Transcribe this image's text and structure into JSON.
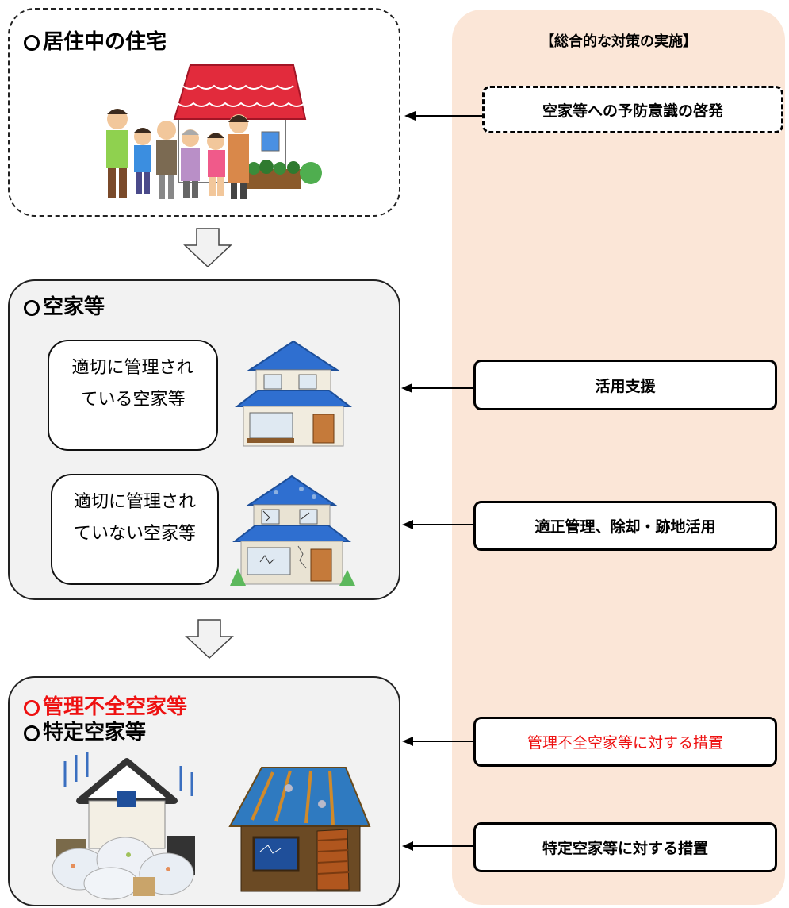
{
  "side": {
    "title": "【総合的な対策の実施】",
    "measures": [
      "空家等への予防意識の啓発",
      "活用支援",
      "適正管理、除却・跡地活用",
      "管理不全空家等に対する措置",
      "特定空家等に対する措置"
    ]
  },
  "stages": {
    "occupied": {
      "heading": "居住中の住宅"
    },
    "vacant": {
      "heading": "空家等",
      "managed_line1": "適切に管理され",
      "managed_line2": "ている空家等",
      "unmanaged_line1": "適切に管理され",
      "unmanaged_line2": "ていない空家等"
    },
    "specific": {
      "heading_red": "管理不全空家等",
      "heading": "特定空家等"
    }
  },
  "colors": {
    "panel": "#fbe6d7",
    "stage": "#f2f2f2",
    "red": "#ee1111",
    "roof_red": "#e22b3c",
    "roof_blue": "#2f6fd0"
  },
  "icons": [
    "family-house-illustration",
    "managed-house-illustration",
    "damaged-house-illustration",
    "garbage-house-illustration",
    "ruined-shack-illustration",
    "down-arrow-icon",
    "left-arrow-icon"
  ]
}
